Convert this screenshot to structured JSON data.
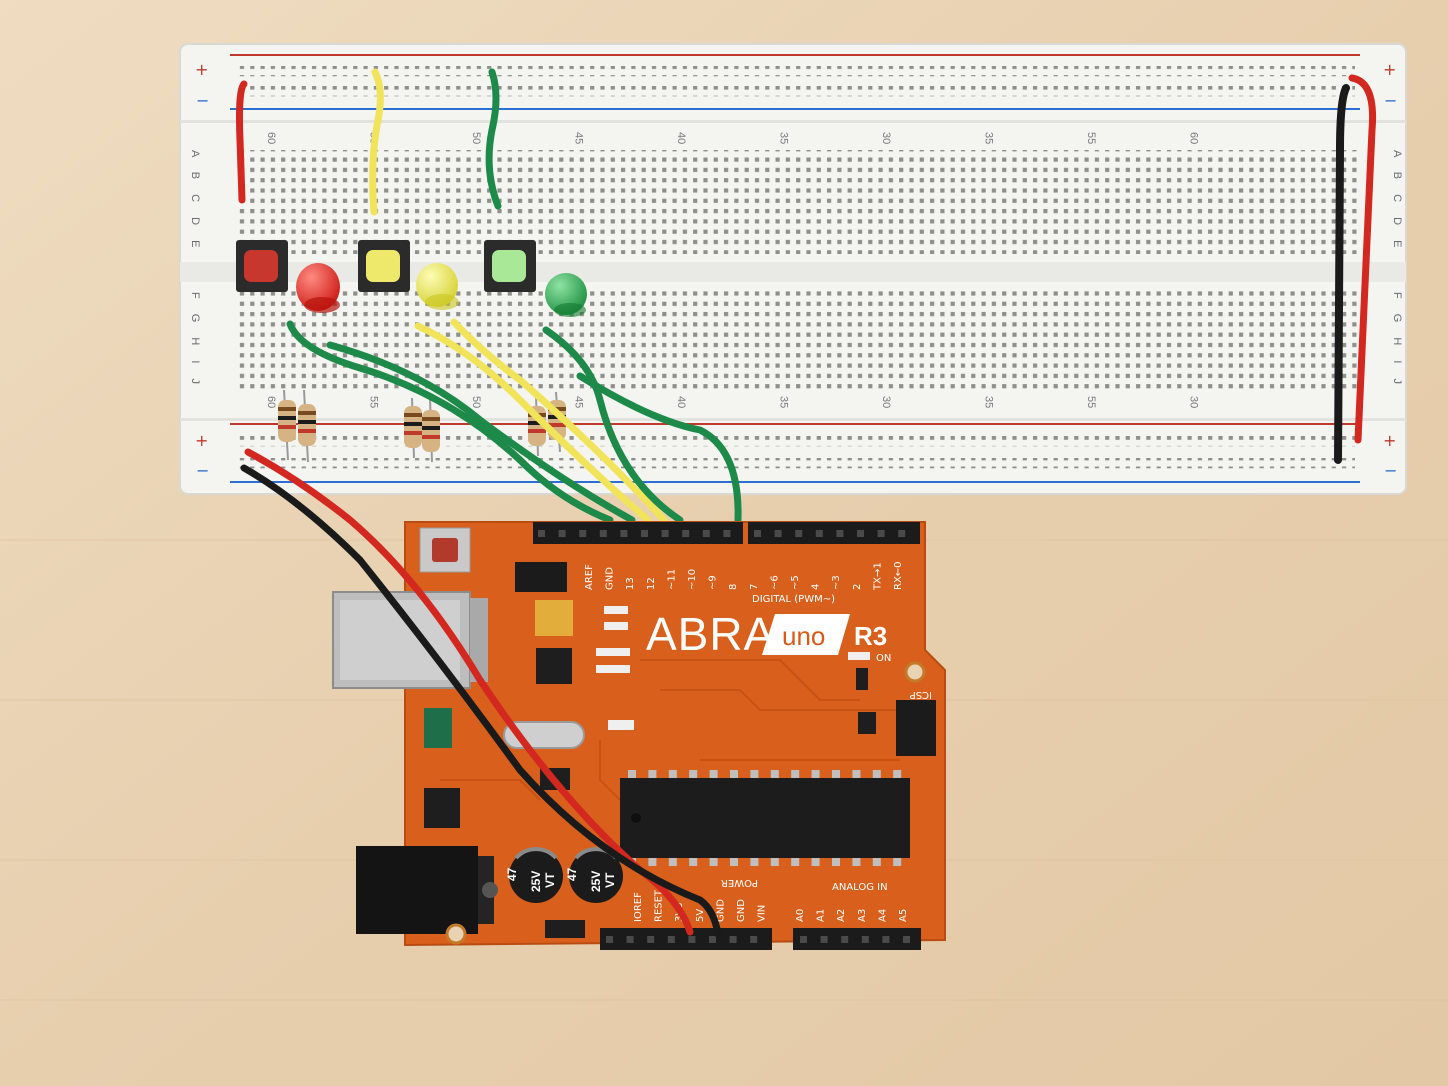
{
  "breadboard": {
    "rail_plus": "+",
    "rail_minus": "−",
    "rows_top": "A B C D E",
    "rows_bottom": "F G H I J",
    "column_numbers_top": [
      "60",
      "55",
      "50",
      "45",
      "40",
      "35",
      "30",
      "35",
      "55",
      "60"
    ],
    "column_numbers_bottom": [
      "60",
      "55",
      "50",
      "45",
      "40",
      "35",
      "30",
      "35",
      "55",
      "30"
    ]
  },
  "board": {
    "brand": "ABRA",
    "brand_uno": "uno",
    "brand_rev": "R3",
    "digital_label": "DIGITAL (PWM~)",
    "power_label": "POWER",
    "analog_label": "ANALOG IN",
    "header_top_pins": [
      "AREF",
      "GND",
      "13",
      "12",
      "~11",
      "~10",
      "~9",
      "8",
      "7",
      "~6",
      "~5",
      "4",
      "~3",
      "2",
      "TX→1",
      "RX←0"
    ],
    "header_power_pins": [
      "IOREF",
      "RESET",
      "3V3",
      "5V",
      "GND",
      "GND",
      "VIN"
    ],
    "header_analog_pins": [
      "A0",
      "A1",
      "A2",
      "A3",
      "A4",
      "A5"
    ],
    "capacitor_1": [
      "47",
      "25V",
      "VT"
    ],
    "capacitor_2": [
      "47",
      "25V",
      "VT"
    ],
    "icsp_label": "ICSP",
    "on_label": "ON"
  },
  "colors": {
    "table": "#e9d3b5",
    "breadboard": "#f4f4f1",
    "rail_red": "#c0392b",
    "rail_blue": "#2a6fd1",
    "pcb": "#d9601c",
    "wire_green": "#1d8a4a",
    "wire_yellow": "#f1e45a",
    "wire_red": "#d3281f",
    "wire_black": "#1a1a1a",
    "led_red": "#e0261e",
    "led_yellow": "#ecec4a",
    "led_green": "#27a14a"
  }
}
